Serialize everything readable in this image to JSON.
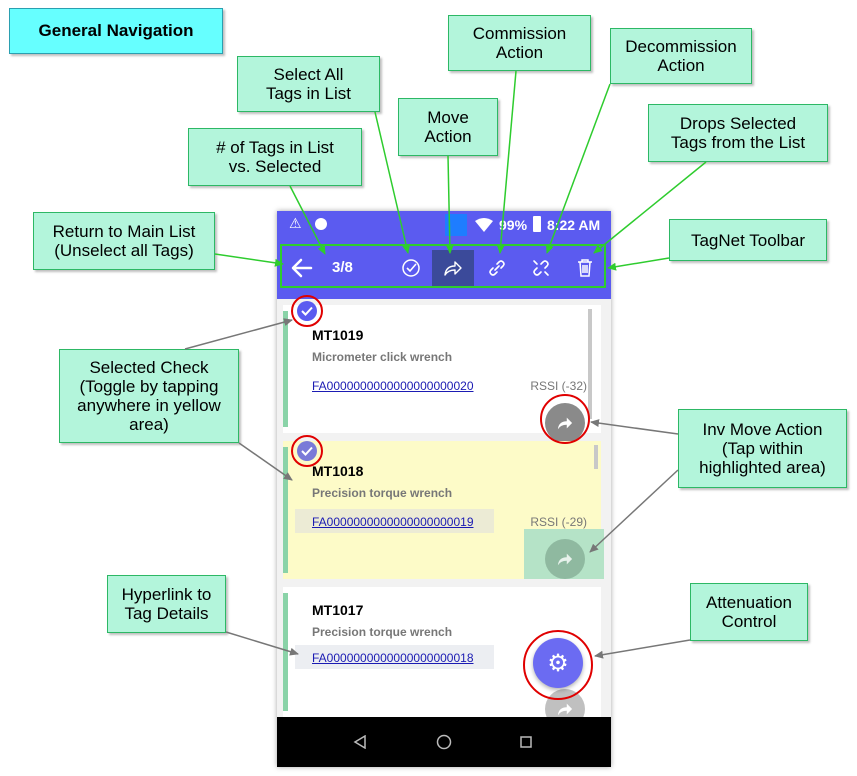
{
  "title": "General Navigation",
  "callouts": {
    "select_all": "Select All\nTags in List",
    "move_action": "Move\nAction",
    "commission": "Commission\nAction",
    "decommission": "Decommission\nAction",
    "tag_count": "# of Tags in List\nvs. Selected",
    "drops": "Drops Selected\nTags from the List",
    "return_main": "Return to Main List\n(Unselect all Tags)",
    "toolbar": "TagNet Toolbar",
    "selected_check": "Selected Check\n(Toggle by tapping\nanywhere in yellow\narea)",
    "inv_move": "Inv Move Action\n(Tap within\nhighlighted area)",
    "hyperlink": "Hyperlink to\nTag Details",
    "attenuation": "Attenuation\nControl"
  },
  "status": {
    "battery": "99%",
    "time": "8:22 AM"
  },
  "toolbar": {
    "count": "3/8"
  },
  "tags": [
    {
      "id": "MT1019",
      "desc": "Micrometer click wrench",
      "epc": "FA0000000000000000000020",
      "rssi": "RSSI (-32)"
    },
    {
      "id": "MT1018",
      "desc": "Precision torque wrench",
      "epc": "FA0000000000000000000019",
      "rssi": "RSSI (-29)"
    },
    {
      "id": "MT1017",
      "desc": "Precision torque wrench",
      "epc": "FA0000000000000000000018"
    }
  ],
  "colors": {
    "primary": "#5b5bf0",
    "callout_fill": "#b3f5db",
    "callout_border": "#2db865",
    "title_fill": "#66ffff",
    "highlight": "#fdfbc8",
    "annotation_ring": "#e00000"
  },
  "icons": {
    "back": "arrow-left-icon",
    "select_all": "check-circle-icon",
    "move": "share-arrow-icon",
    "commission": "link-icon",
    "decommission": "unlink-icon",
    "drop": "trash-icon",
    "attenuation": "gear-icon"
  }
}
